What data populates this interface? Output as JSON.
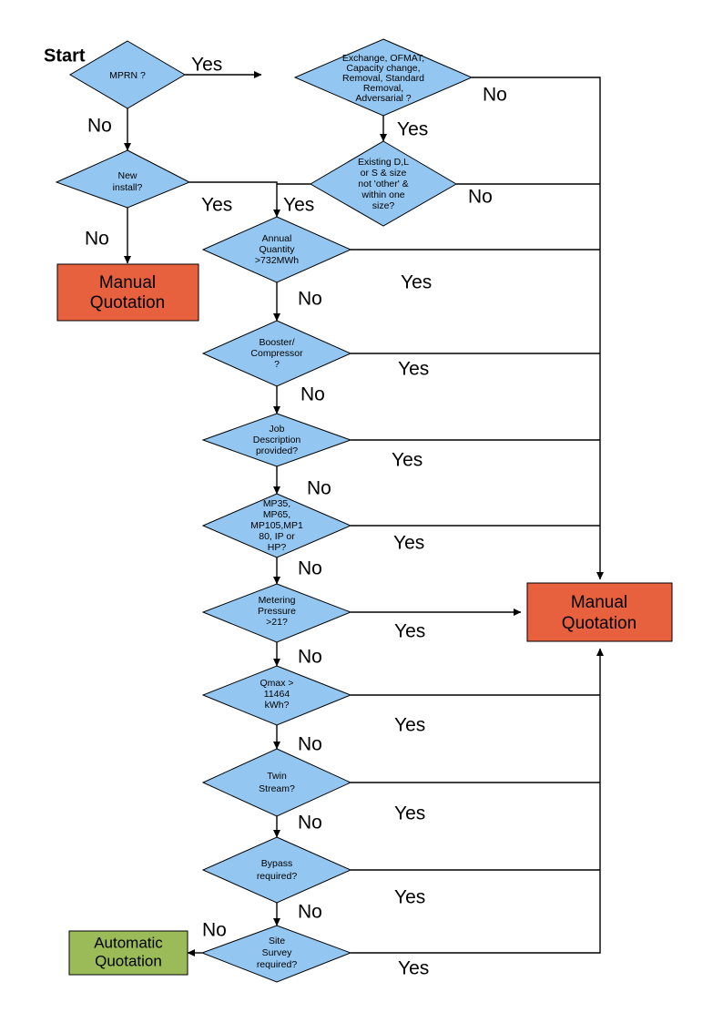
{
  "diagram": {
    "title_label": "Start",
    "colors": {
      "decision_fill": "#93C6F0",
      "manual_fill": "#E8613E",
      "auto_fill": "#9BBB59",
      "line": "#000000",
      "background": "#FFFFFF"
    },
    "edge_labels": {
      "yes": "Yes",
      "no": "No"
    },
    "nodes": {
      "mprn": {
        "text": "MPRN ?",
        "lines": [
          "MPRN ?"
        ]
      },
      "exchange": {
        "text": "Exchange, OFMAT, Capacity change, Removal, Standard Removal, Adversarial ?",
        "lines": [
          "Exchange, OFMAT,",
          "Capacity change,",
          "Removal, Standard",
          "Removal,",
          "Adversarial ?"
        ]
      },
      "new_install": {
        "text": "New install?",
        "lines": [
          "New",
          "install?"
        ]
      },
      "existing_dls": {
        "text": "Existing D,L or S & size not 'other' & within one size?",
        "lines": [
          "Existing D,L",
          "or S & size",
          "not 'other' &",
          "within one",
          "size?"
        ]
      },
      "annual_quantity": {
        "text": "Annual Quantity >732MWh",
        "lines": [
          "Annual",
          "Quantity",
          ">732MWh"
        ]
      },
      "booster": {
        "text": "Booster/ Compressor ?",
        "lines": [
          "Booster/",
          "Compressor",
          "?"
        ]
      },
      "job_description": {
        "text": "Job Description provided?",
        "lines": [
          "Job",
          "Description",
          "provided?"
        ]
      },
      "mp_pressure_tier": {
        "text": "MP35, MP65, MP105,MP180, IP or HP?",
        "lines": [
          "MP35,",
          "MP65,",
          "MP105,MP1",
          "80, IP or",
          "HP?"
        ]
      },
      "metering_pressure": {
        "text": "Metering Pressure >21?",
        "lines": [
          "Metering",
          "Pressure",
          ">21?"
        ]
      },
      "qmax": {
        "text": "Qmax > 11464 kWh?",
        "lines": [
          "Qmax >",
          "11464",
          "kWh?"
        ]
      },
      "twin_stream": {
        "text": "Twin Stream?",
        "lines": [
          "Twin",
          "Stream?"
        ]
      },
      "bypass": {
        "text": "Bypass required?",
        "lines": [
          "Bypass",
          "required?"
        ]
      },
      "site_survey": {
        "text": "Site Survey required?",
        "lines": [
          "Site",
          "Survey",
          "required?"
        ]
      },
      "manual_quotation_left": {
        "text": "Manual Quotation",
        "lines": [
          "Manual",
          "Quotation"
        ]
      },
      "manual_quotation_right": {
        "text": "Manual Quotation",
        "lines": [
          "Manual",
          "Quotation"
        ]
      },
      "automatic_quotation": {
        "text": "Automatic Quotation",
        "lines": [
          "Automatic",
          "Quotation"
        ]
      }
    },
    "edges": [
      {
        "from": "mprn",
        "to": "exchange",
        "label": "Yes"
      },
      {
        "from": "mprn",
        "to": "new_install",
        "label": "No"
      },
      {
        "from": "exchange",
        "to": "manual_quotation_right",
        "label": "No"
      },
      {
        "from": "exchange",
        "to": "existing_dls",
        "label": "Yes"
      },
      {
        "from": "new_install",
        "to": "manual_quotation_left",
        "label": "No"
      },
      {
        "from": "new_install",
        "to": "annual_quantity",
        "label": "Yes"
      },
      {
        "from": "existing_dls",
        "to": "manual_quotation_right",
        "label": "No"
      },
      {
        "from": "existing_dls",
        "to": "annual_quantity",
        "label": "Yes"
      },
      {
        "from": "annual_quantity",
        "to": "manual_quotation_right",
        "label": "Yes"
      },
      {
        "from": "annual_quantity",
        "to": "booster",
        "label": "No"
      },
      {
        "from": "booster",
        "to": "manual_quotation_right",
        "label": "Yes"
      },
      {
        "from": "booster",
        "to": "job_description",
        "label": "No"
      },
      {
        "from": "job_description",
        "to": "manual_quotation_right",
        "label": "Yes"
      },
      {
        "from": "job_description",
        "to": "mp_pressure_tier",
        "label": "No"
      },
      {
        "from": "mp_pressure_tier",
        "to": "manual_quotation_right",
        "label": "Yes"
      },
      {
        "from": "mp_pressure_tier",
        "to": "metering_pressure",
        "label": "No"
      },
      {
        "from": "metering_pressure",
        "to": "manual_quotation_right",
        "label": "Yes"
      },
      {
        "from": "metering_pressure",
        "to": "qmax",
        "label": "No"
      },
      {
        "from": "qmax",
        "to": "manual_quotation_right",
        "label": "Yes"
      },
      {
        "from": "qmax",
        "to": "twin_stream",
        "label": "No"
      },
      {
        "from": "twin_stream",
        "to": "manual_quotation_right",
        "label": "Yes"
      },
      {
        "from": "twin_stream",
        "to": "bypass",
        "label": "No"
      },
      {
        "from": "bypass",
        "to": "manual_quotation_right",
        "label": "Yes"
      },
      {
        "from": "bypass",
        "to": "site_survey",
        "label": "No"
      },
      {
        "from": "site_survey",
        "to": "manual_quotation_right",
        "label": "Yes"
      },
      {
        "from": "site_survey",
        "to": "automatic_quotation",
        "label": "No"
      }
    ]
  }
}
